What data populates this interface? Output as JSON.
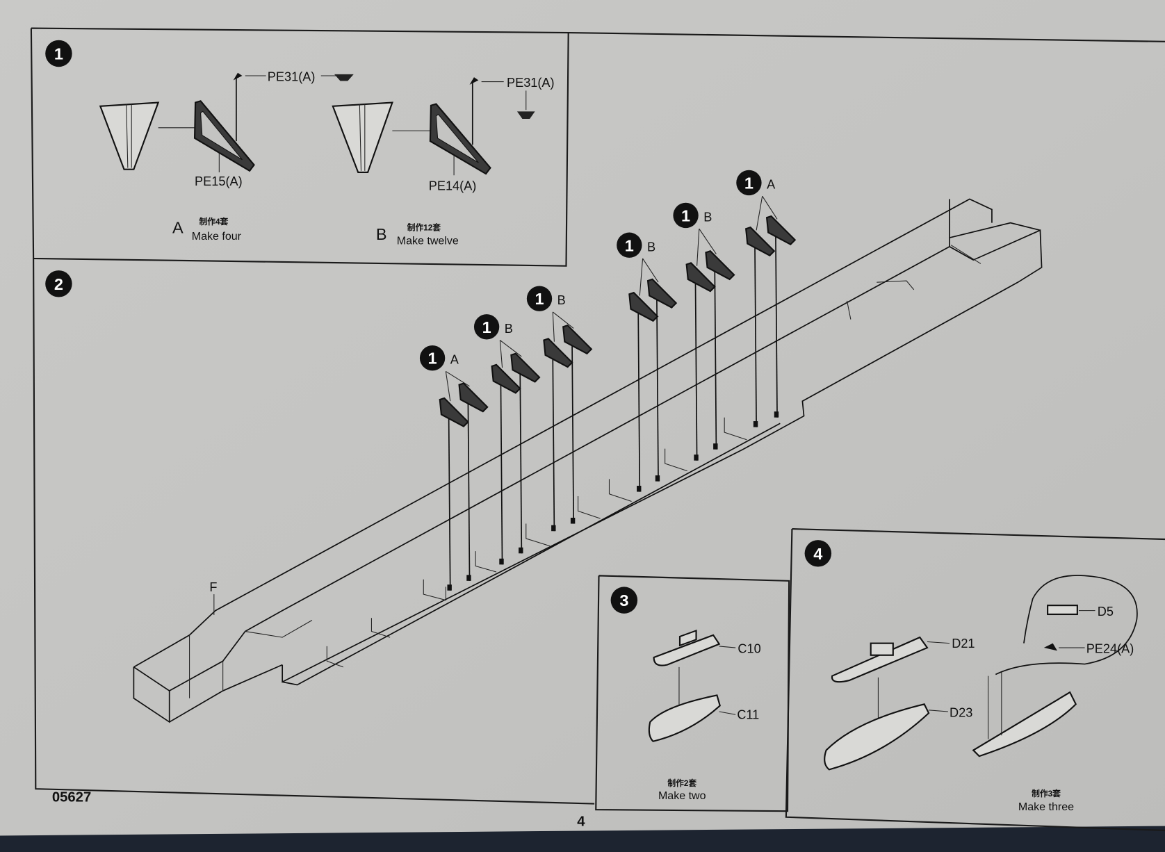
{
  "document_number": "05627",
  "page_number": "4",
  "steps": {
    "step1": {
      "number": "1",
      "parts": {
        "pe31_a": "PE31(A)",
        "pe31_b": "PE31(A)",
        "pe15": "PE15(A)",
        "pe14": "PE14(A)"
      },
      "variant_a": {
        "letter": "A",
        "cn": "制作4套",
        "en": "Make four"
      },
      "variant_b": {
        "letter": "B",
        "cn": "制作12套",
        "en": "Make twelve"
      }
    },
    "step2": {
      "number": "2",
      "part_f": "F",
      "callouts": [
        {
          "step": "1",
          "letter": "A"
        },
        {
          "step": "1",
          "letter": "B"
        },
        {
          "step": "1",
          "letter": "B"
        },
        {
          "step": "1",
          "letter": "B"
        },
        {
          "step": "1",
          "letter": "B"
        },
        {
          "step": "1",
          "letter": "A"
        }
      ]
    },
    "step3": {
      "number": "3",
      "parts": {
        "c10": "C10",
        "c11": "C11"
      },
      "cn": "制作2套",
      "en": "Make two"
    },
    "step4": {
      "number": "4",
      "parts": {
        "d21": "D21",
        "d23": "D23",
        "d5": "D5",
        "pe24": "PE24(A)"
      },
      "cn": "制作3套",
      "en": "Make three"
    }
  }
}
